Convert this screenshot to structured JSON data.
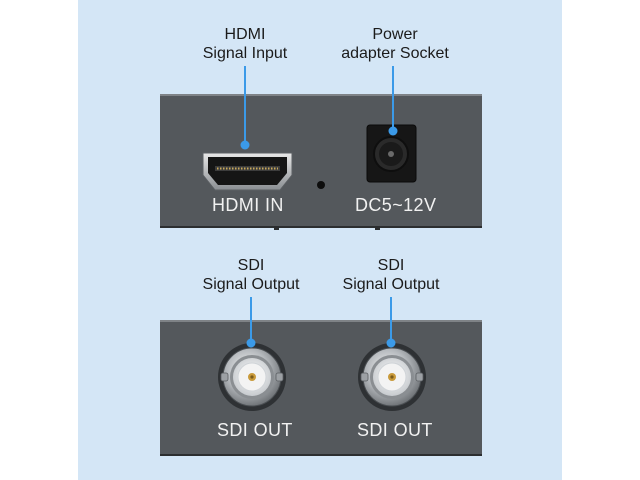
{
  "background_color": "#d4e6f6",
  "panel_color": "#54585c",
  "callout_line_color": "#3b9ae8",
  "top_panel": {
    "callouts": {
      "hdmi_input": [
        "HDMI",
        "Signal Input"
      ],
      "power": [
        "Power",
        "adapter Socket"
      ]
    },
    "port_labels": {
      "hdmi": "HDMI IN",
      "dc": "DC5~12V"
    }
  },
  "bottom_panel": {
    "callouts": {
      "sdi_left": [
        "SDI",
        "Signal Output"
      ],
      "sdi_right": [
        "SDI",
        "Signal Output"
      ]
    },
    "port_labels": {
      "sdi_left": "SDI OUT",
      "sdi_right": "SDI OUT"
    }
  },
  "icons": [
    "hdmi-port-icon",
    "dc-power-jack-icon",
    "led-indicator-icon",
    "bnc-connector-icon"
  ]
}
